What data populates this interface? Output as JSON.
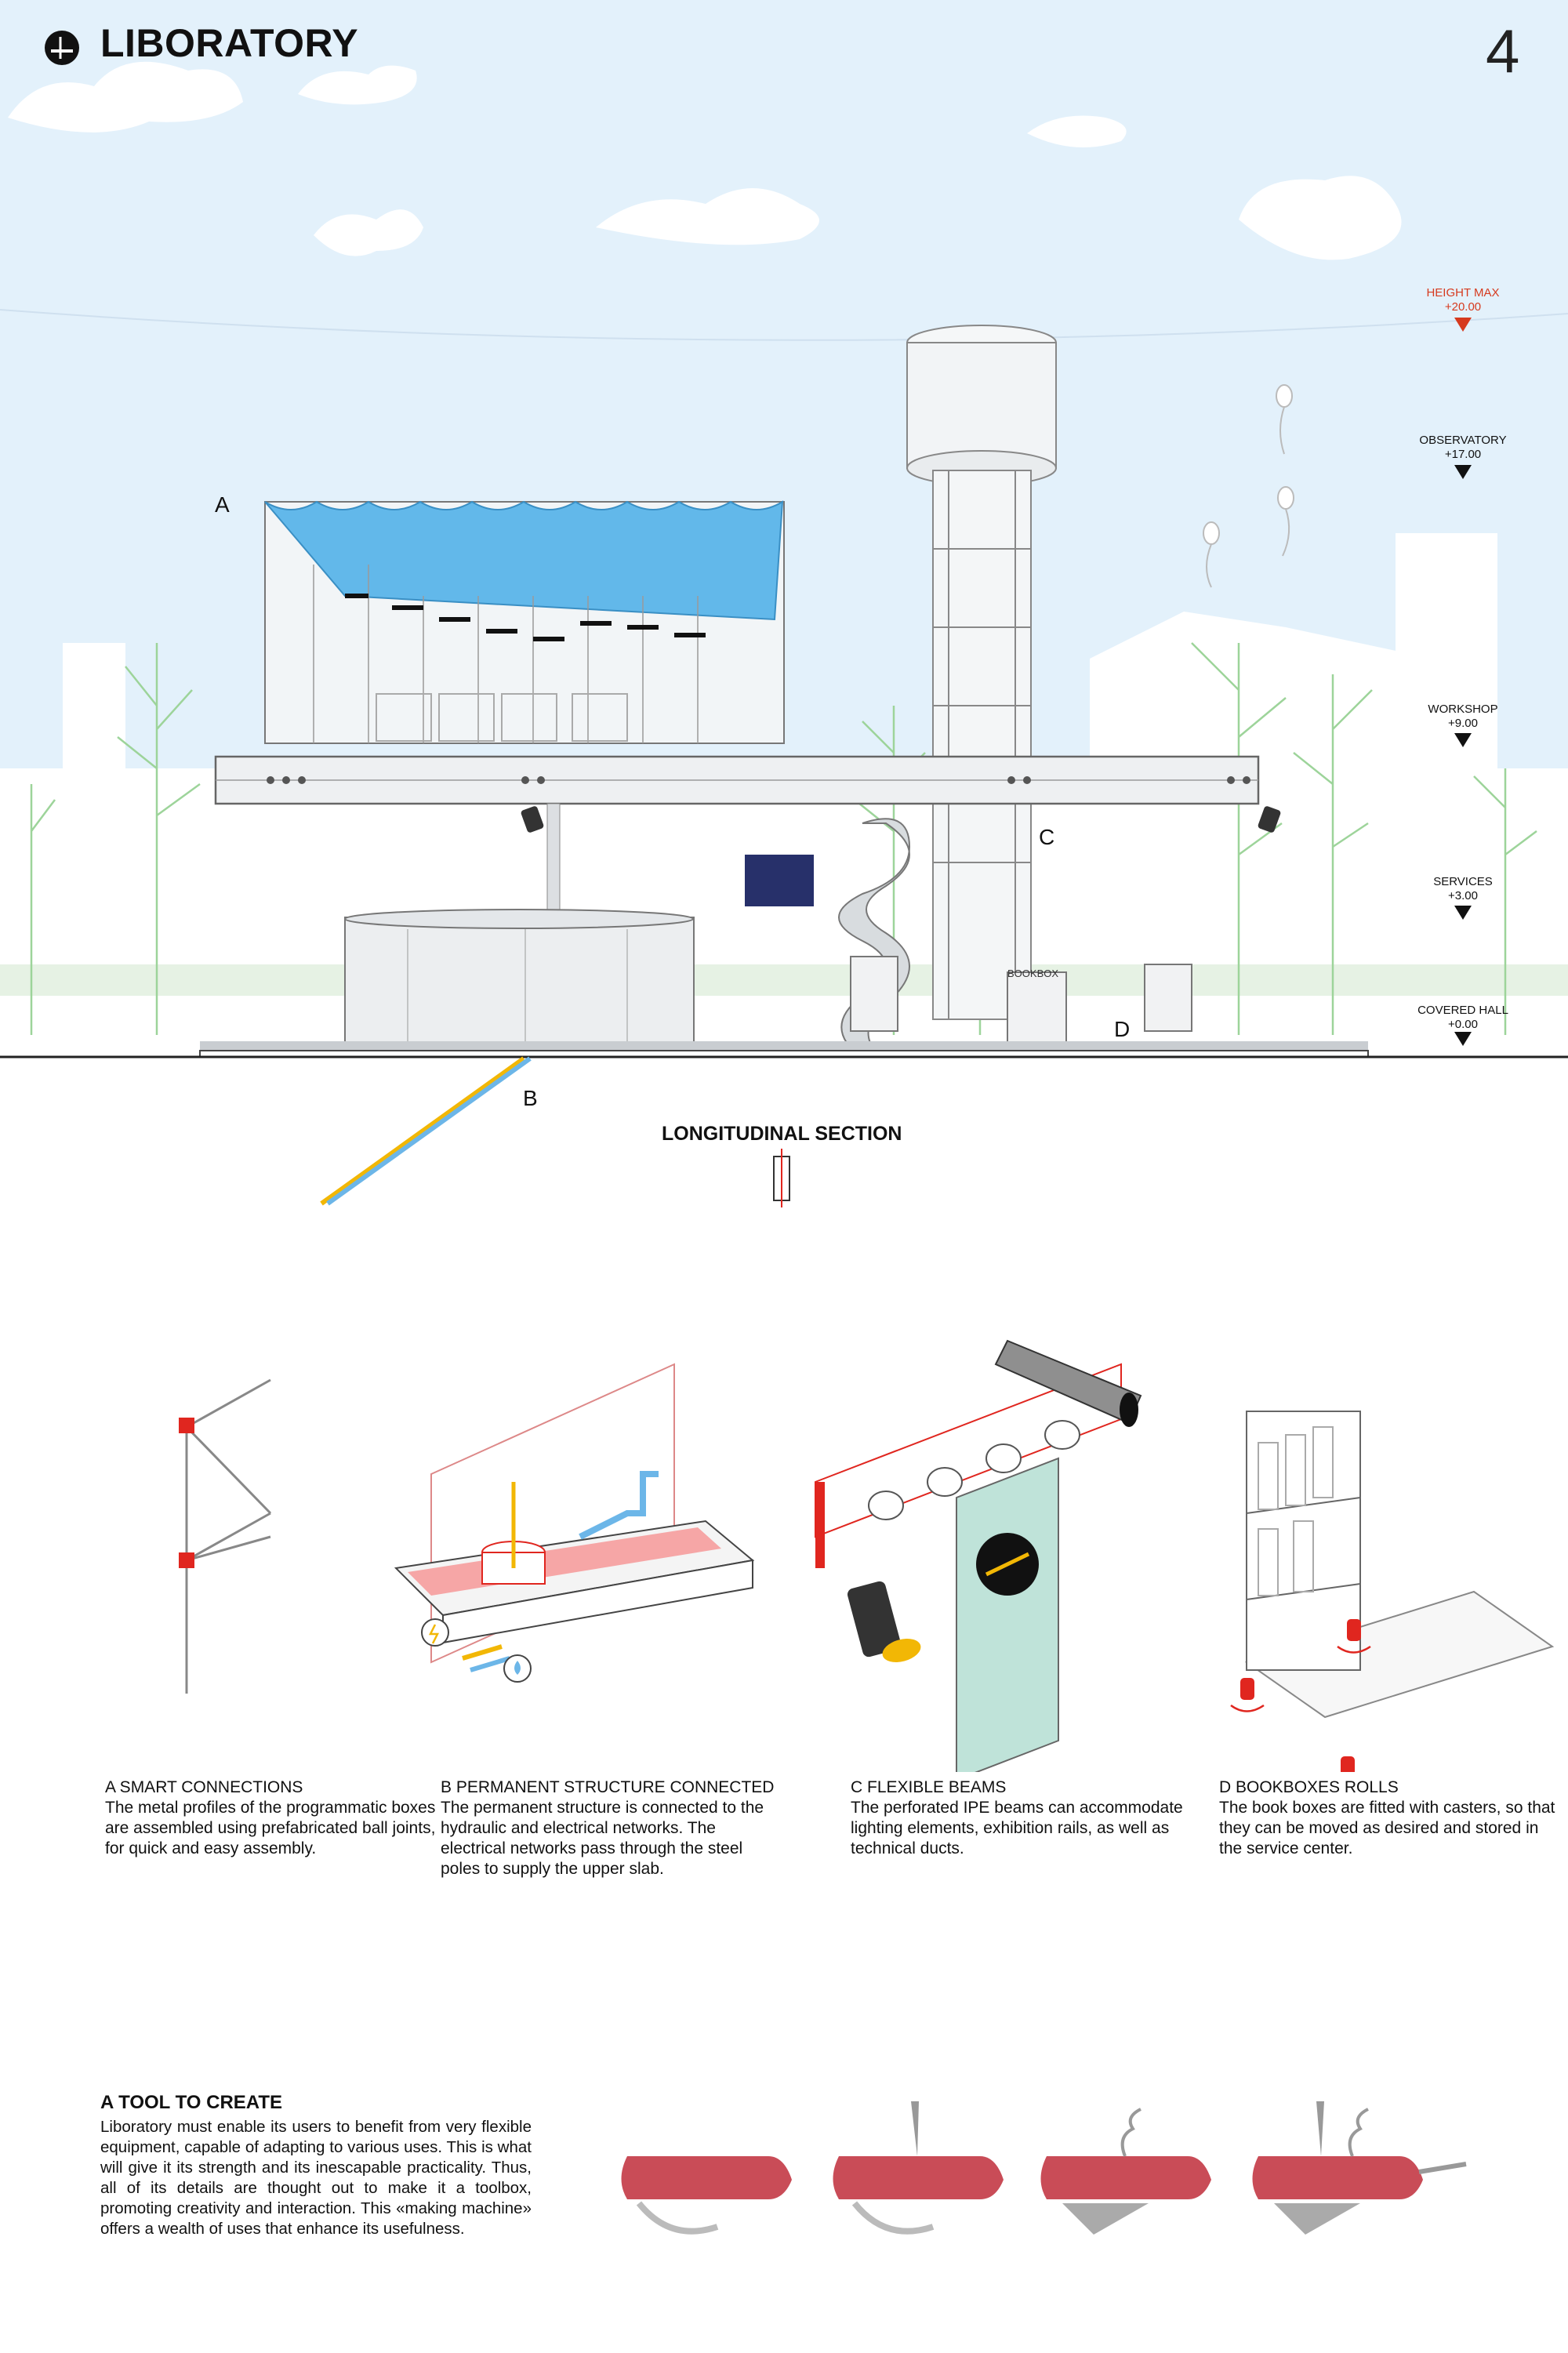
{
  "header": {
    "title": "LIBORATORY",
    "page_number": "4"
  },
  "levels": [
    {
      "name": "HEIGHT MAX",
      "value": "+20.00",
      "color": "#d63a1e"
    },
    {
      "name": "OBSERVATORY",
      "value": "+17.00"
    },
    {
      "name": "WORKSHOP",
      "value": "+9.00"
    },
    {
      "name": "SERVICES",
      "value": "+3.00"
    },
    {
      "name": "COVERED HALL",
      "value": "+0.00"
    }
  ],
  "markers": {
    "a": "A",
    "b": "B",
    "c": "C",
    "d": "D"
  },
  "section": {
    "title": "LONGITUDINAL SECTION",
    "sign_text": "BOOKBOX"
  },
  "details": [
    {
      "heading": "A  SMART CONNECTIONS",
      "body": "The metal profiles of the programmatic boxes are assembled using prefabricated ball joints, for quick and easy assembly."
    },
    {
      "heading": "B  PERMANENT STRUCTURE CONNECTED",
      "body": "The permanent structure is connected to the hydraulic and electrical networks. The electrical networks pass through the steel poles to supply the upper slab."
    },
    {
      "heading": "C  FLEXIBLE BEAMS",
      "body": "The perforated IPE beams can accommodate lighting elements, exhibition rails, as well as technical ducts."
    },
    {
      "heading": "D  BOOKBOXES ROLLS",
      "body": "The book boxes are fitted with casters, so that they can be moved as desired and stored in the service center."
    }
  ],
  "tool": {
    "heading": "A TOOL TO CREATE",
    "body": "Liboratory must enable its users to benefit from very flexible equipment, capable of adapting to various uses. This is what will give it its strength and its inescapable practicality. Thus, all of its details are thought out to make it a toolbox, promoting creativity and interaction. This «making machine» offers a wealth of uses that enhance its usefulness."
  },
  "colors": {
    "sky": "#e3f1fb",
    "glass": "#62b8ea",
    "accent_red": "#e0261f",
    "pink": "#f6a6a6",
    "yellow": "#f2b705",
    "blue_pipe": "#6cb6e8",
    "navy": "#27306a",
    "knife": "#c94c57"
  }
}
